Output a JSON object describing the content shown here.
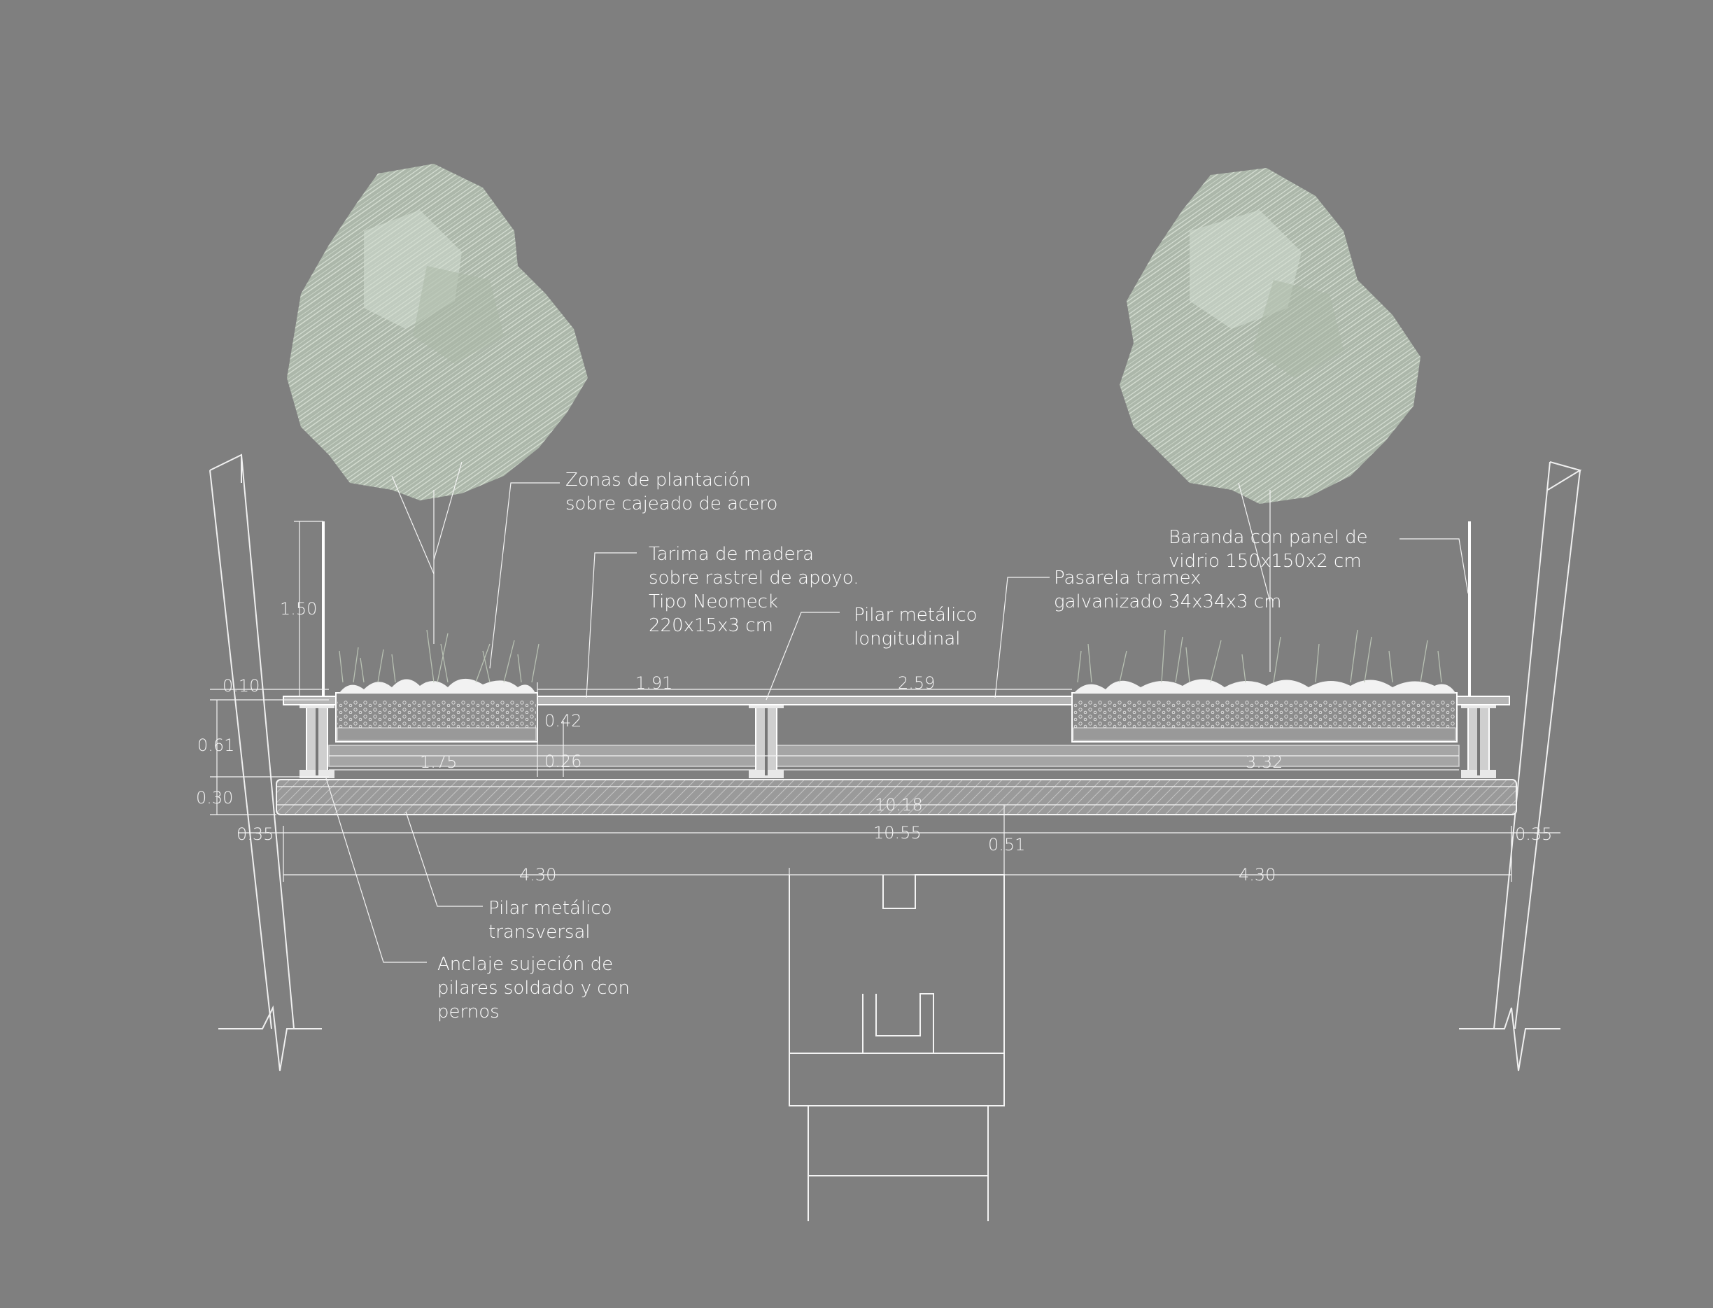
{
  "annotations": {
    "plantacion": [
      "Zonas de plantación",
      "sobre cajeado de acero"
    ],
    "tarima": [
      "Tarima de madera",
      "sobre rastrel de apoyo.",
      "Tipo Neomeck",
      "220x15x3 cm"
    ],
    "pilar_long": [
      "Pilar metálico",
      "longitudinal"
    ],
    "pasarela": [
      "Pasarela tramex",
      "galvanizado  34x34x3 cm"
    ],
    "baranda": [
      "Baranda con panel de",
      "vidrio 150x150x2 cm"
    ],
    "pilar_trans": [
      "Pilar metálico",
      "transversal"
    ],
    "anclaje": [
      "Anclaje sujeción de",
      "pilares soldado y con",
      "pernos"
    ]
  },
  "dimensions": {
    "railing_height": "1.50",
    "deck_thickness": "0.10",
    "structure_height": "0.61",
    "slab_height": "0.30",
    "planter_depth": "0.42",
    "gap": "0.26",
    "span_1": "1.91",
    "span_2": "2.59",
    "planter_left": "1.75",
    "planter_right": "3.32",
    "slab_width": "10.18",
    "total_width": "10.55",
    "edge_left": "0.35",
    "edge_right": "0.35",
    "center_width": "0.51",
    "half_left": "4.30",
    "half_right": "4.30"
  },
  "colors": {
    "background": "#7f7f7f",
    "line": "#f4f4f4",
    "foliage": "#c9d6c5",
    "hatch": "#b9b9b9"
  }
}
